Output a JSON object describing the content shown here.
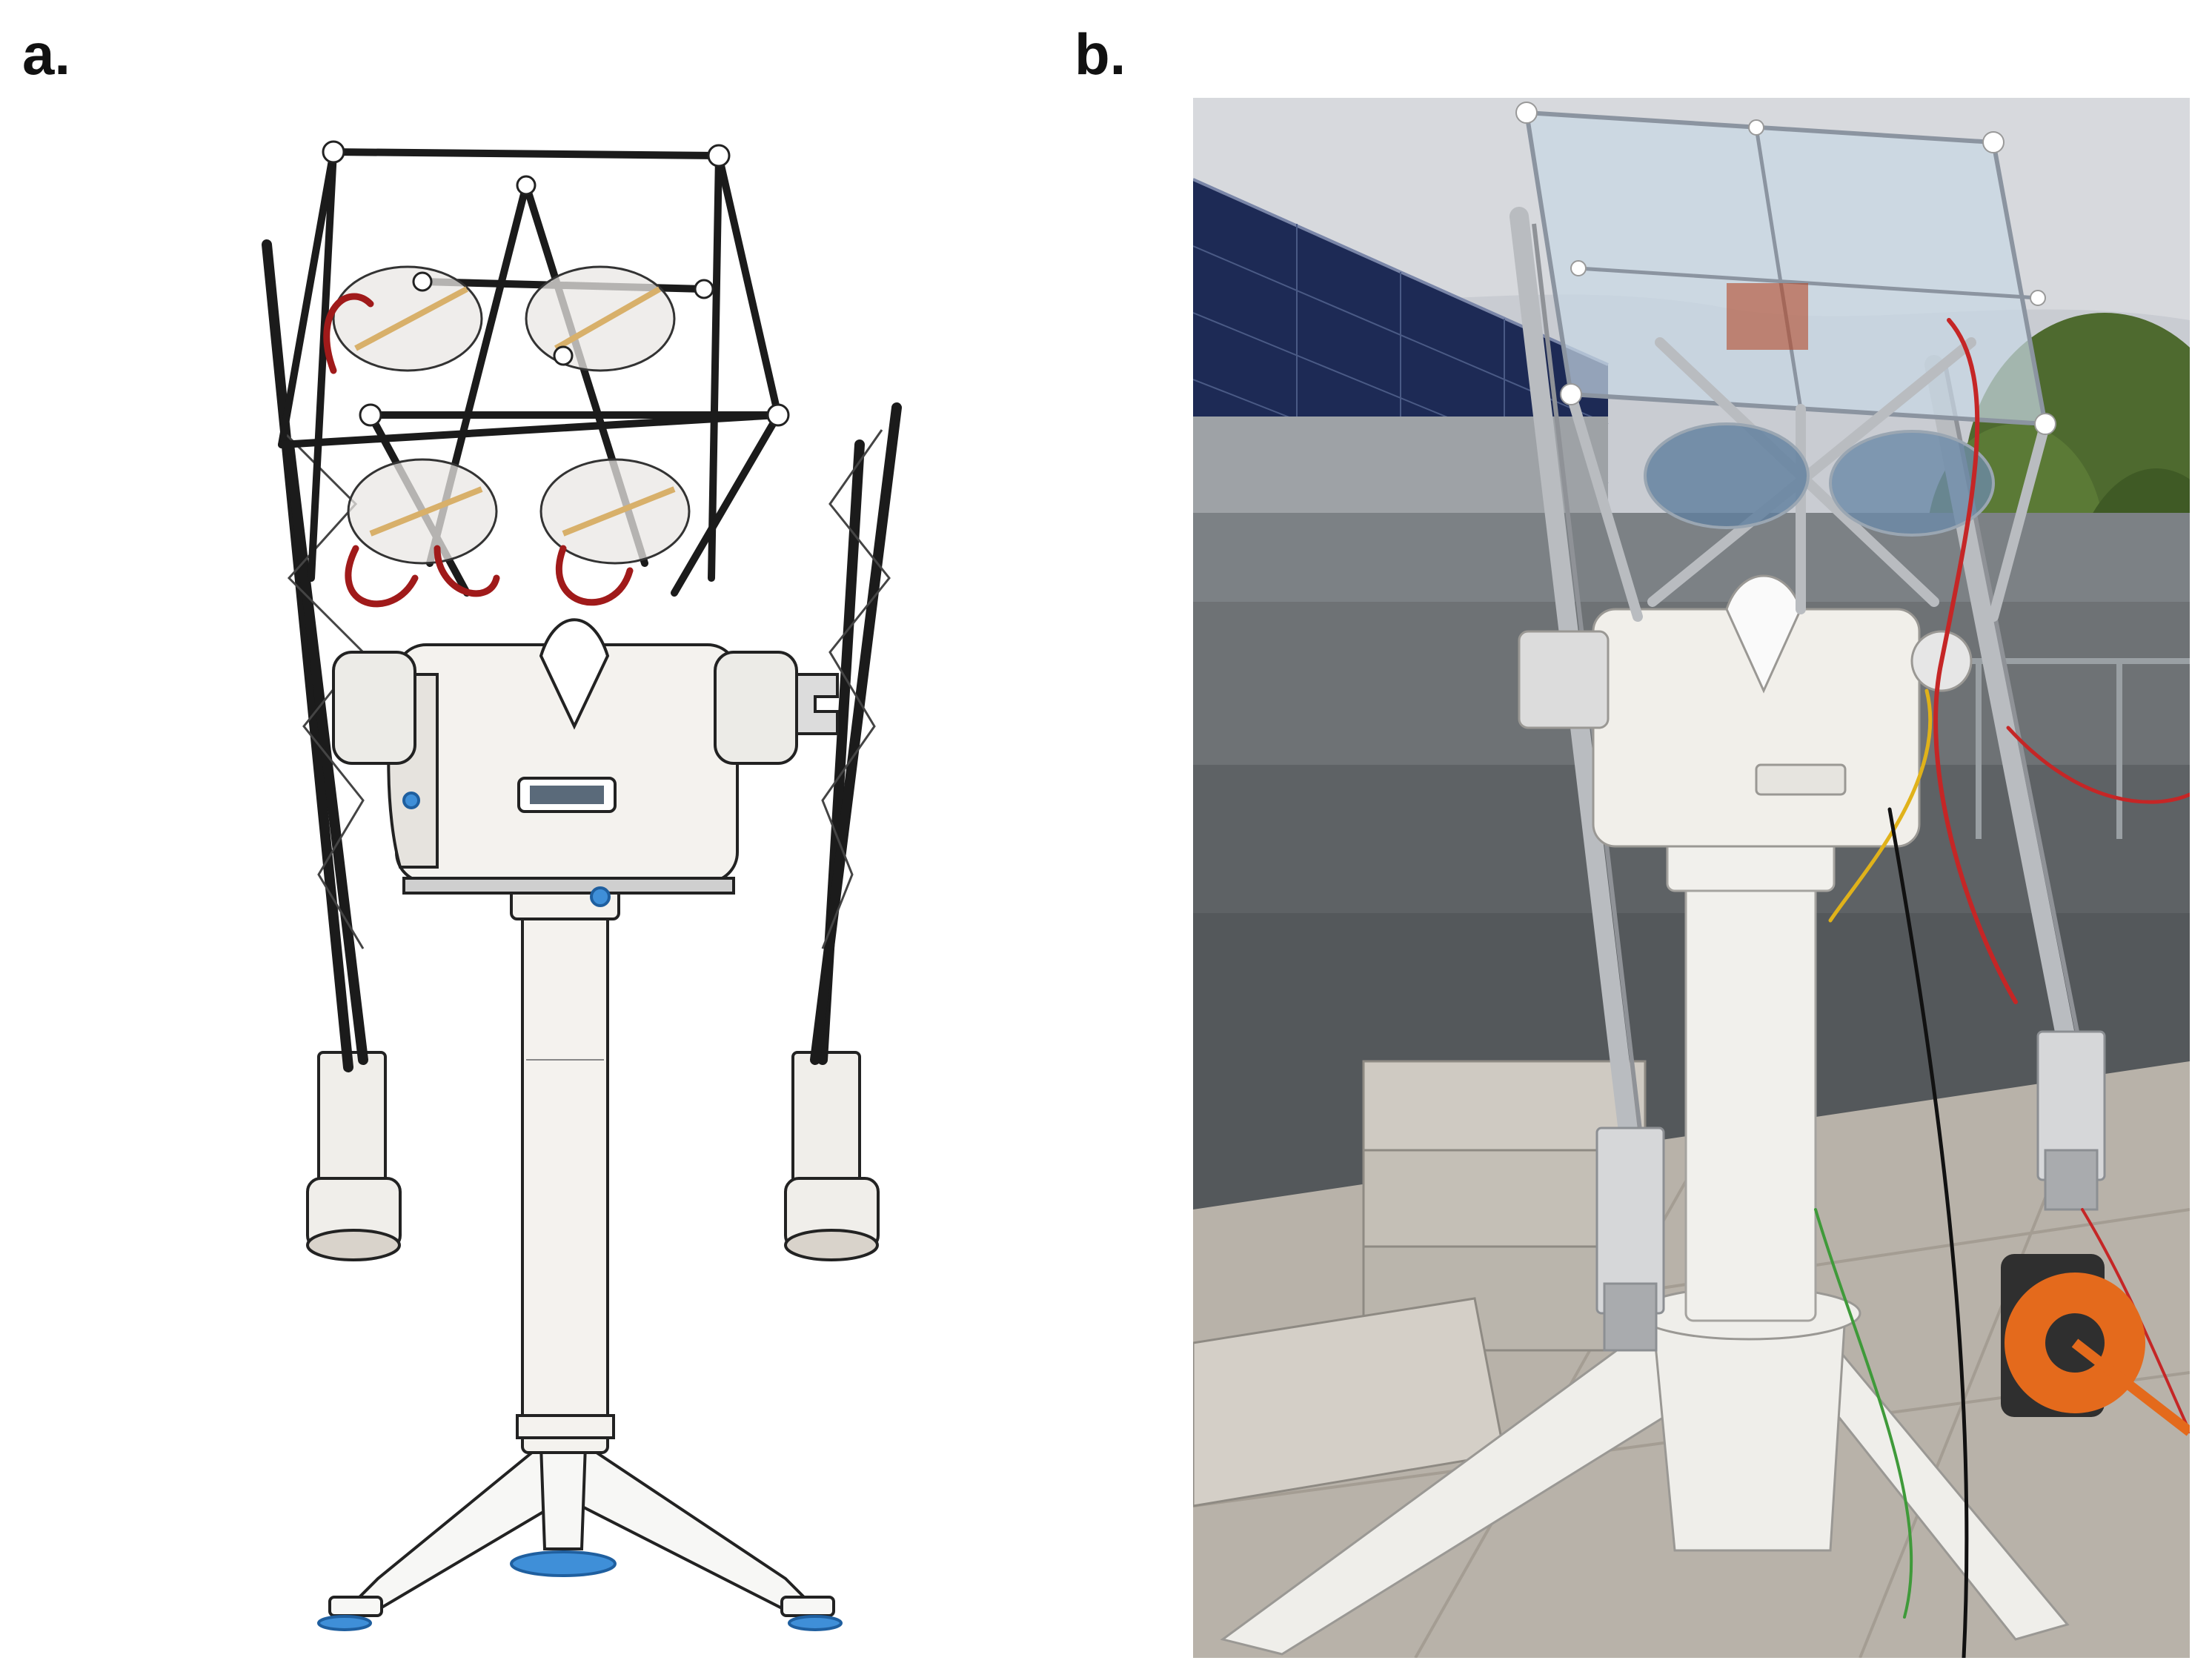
{
  "figure": {
    "panels": [
      {
        "id": "a",
        "label": "a.",
        "kind": "cad-rendering"
      },
      {
        "id": "b",
        "label": "b.",
        "kind": "photograph"
      }
    ]
  },
  "colors": {
    "frame_black": "#1b1b1b",
    "body_white": "#f2f1ee",
    "cable_red": "#a01a1a",
    "accent_blue": "#3f8fd8",
    "sky": "#c9ccd2",
    "solar_panel": "#1d2a55",
    "foliage": "#4e6a2f",
    "roof_grey": "#6e7275",
    "paving": "#b8b2a9",
    "aluminium": "#b9bcc0",
    "reel_orange": "#e46a1c",
    "wire_yellow": "#e0b21a",
    "wire_green": "#3f9a3a"
  }
}
